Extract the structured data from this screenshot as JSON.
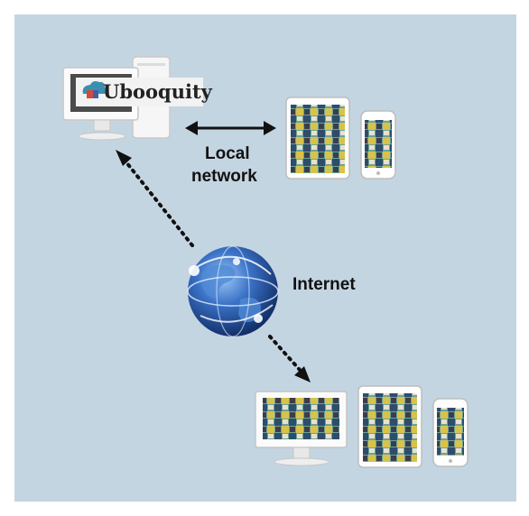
{
  "diagram": {
    "labels": {
      "local": "Local",
      "network": "network",
      "internet": "Internet"
    },
    "logo": {
      "text": "Ubooquity"
    },
    "colors": {
      "background": "#c4d5e2",
      "frame": "#ffffff",
      "arrow": "#111111",
      "globe": "#2c5aa8"
    },
    "nodes": [
      {
        "name": "server-computer",
        "icon": "desktop-with-tower-icon"
      },
      {
        "name": "local-devices",
        "icon": "tablet-and-phone-icon"
      },
      {
        "name": "internet-globe",
        "icon": "globe-icon"
      },
      {
        "name": "remote-devices",
        "icon": "monitor-tablet-phone-icon"
      }
    ]
  }
}
